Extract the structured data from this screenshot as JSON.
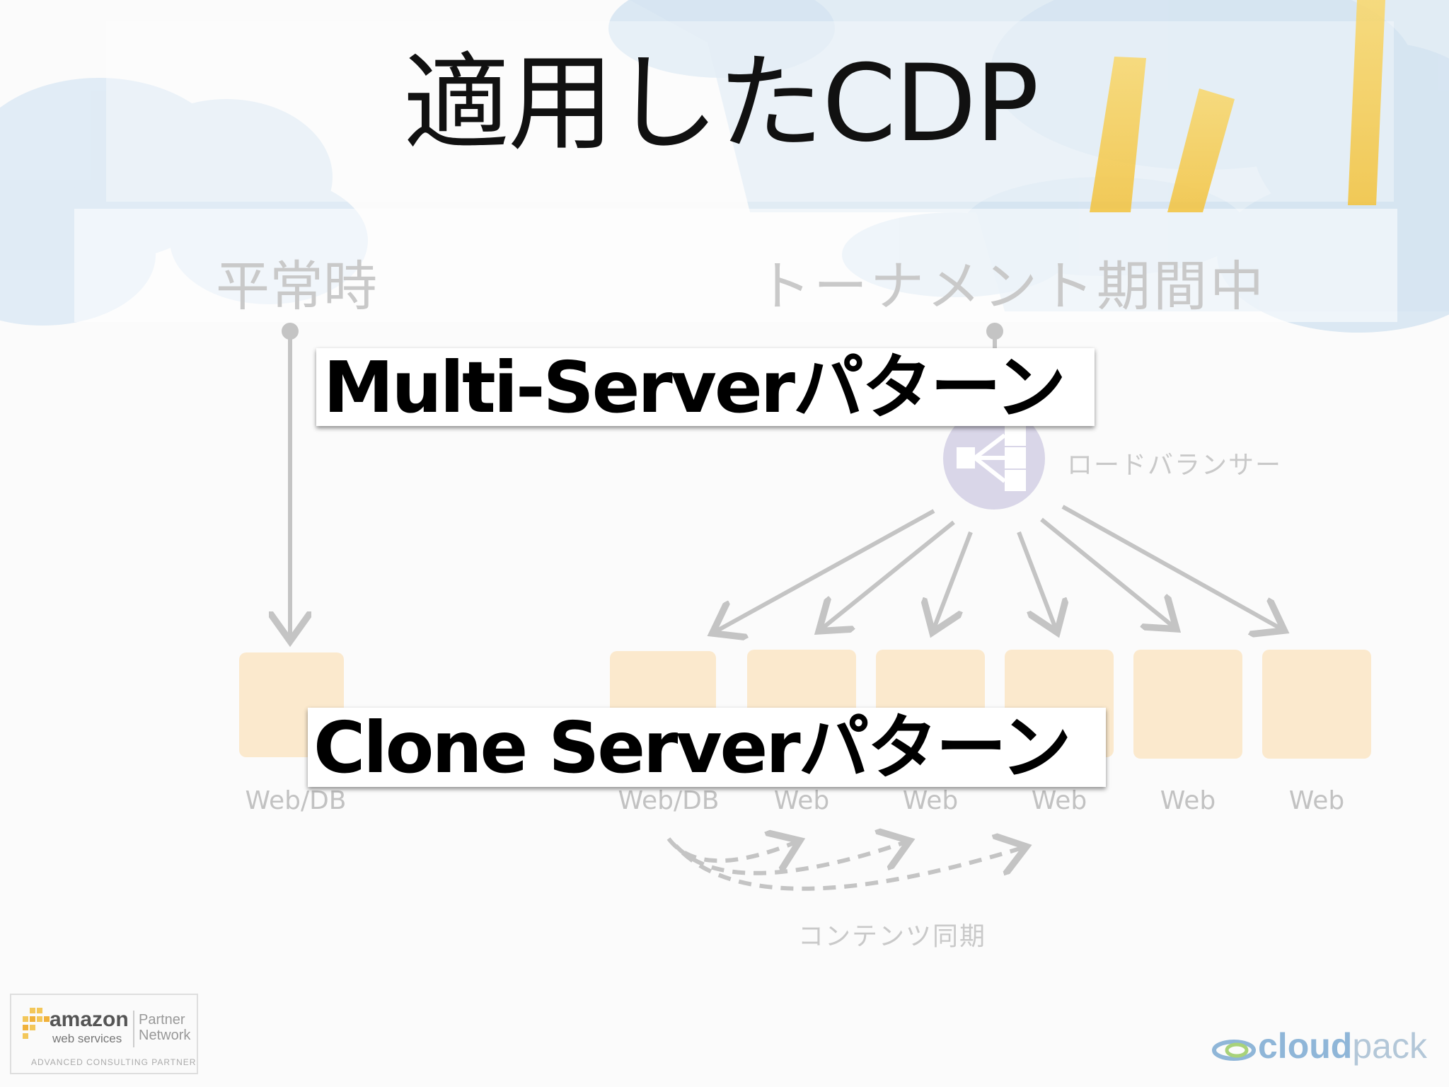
{
  "slide": {
    "title": "適用したCDP",
    "label_normal": "平常時",
    "label_tournament": "トーナメント期間中",
    "load_balancer_label": "ロードバランサー",
    "sync_label": "コンテンツ同期"
  },
  "overlays": {
    "multi_server": "Multi-Serverパターン",
    "clone_server": "Clone Serverパターン"
  },
  "servers": {
    "normal": "Web/DB",
    "tournament": [
      "Web/DB",
      "Web",
      "Web",
      "Web",
      "Web",
      "Web"
    ]
  },
  "logos": {
    "aws_amazon": "amazon",
    "aws_webservices": "web services",
    "aws_partner_line1": "Partner",
    "aws_partner_line2": "Network",
    "aws_consulting": "ADVANCED CONSULTING PARTNER",
    "cloudpack_cloud": "cloud",
    "cloudpack_pack": "pack"
  },
  "colors": {
    "server_fill": "#fbe9cd",
    "arrow": "#c4c4c4",
    "load_balancer": "#d9d6e8",
    "accent_yellow": "#f6c643",
    "sky_blue": "#cfe0ef"
  }
}
